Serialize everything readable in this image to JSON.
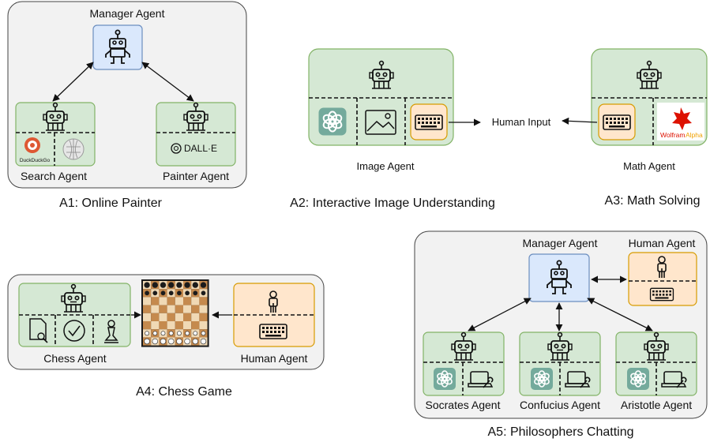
{
  "panels": {
    "a1": {
      "caption": "A1: Online Painter",
      "manager": "Manager Agent",
      "search": "Search Agent",
      "painter": "Painter Agent",
      "duckduckgo": "DuckDuckGo",
      "dalle": "DALL·E"
    },
    "a2": {
      "caption": "A2: Interactive Image Understanding",
      "agent": "Image Agent",
      "human_input": "Human Input"
    },
    "a3": {
      "caption": "A3: Math Solving",
      "agent": "Math Agent",
      "wolfram_a": "Wolfram",
      "wolfram_b": "Alpha"
    },
    "a4": {
      "caption": "A4: Chess Game",
      "chess_agent": "Chess Agent",
      "human_agent": "Human Agent"
    },
    "a5": {
      "caption": "A5: Philosophers Chatting",
      "manager": "Manager Agent",
      "human": "Human Agent",
      "socrates": "Socrates Agent",
      "confucius": "Confucius Agent",
      "aristotle": "Aristotle Agent"
    }
  },
  "colors": {
    "panel_bg": "#f2f2f2",
    "agent_green": "#d5e8d4",
    "agent_green_border": "#82b366",
    "manager_blue": "#dae8fc",
    "manager_blue_border": "#6c8ebf",
    "human_orange": "#ffe6cc",
    "human_orange_border": "#d79b00",
    "openai_teal": "#74aa9c",
    "wolfram_red": "#dd1100"
  }
}
